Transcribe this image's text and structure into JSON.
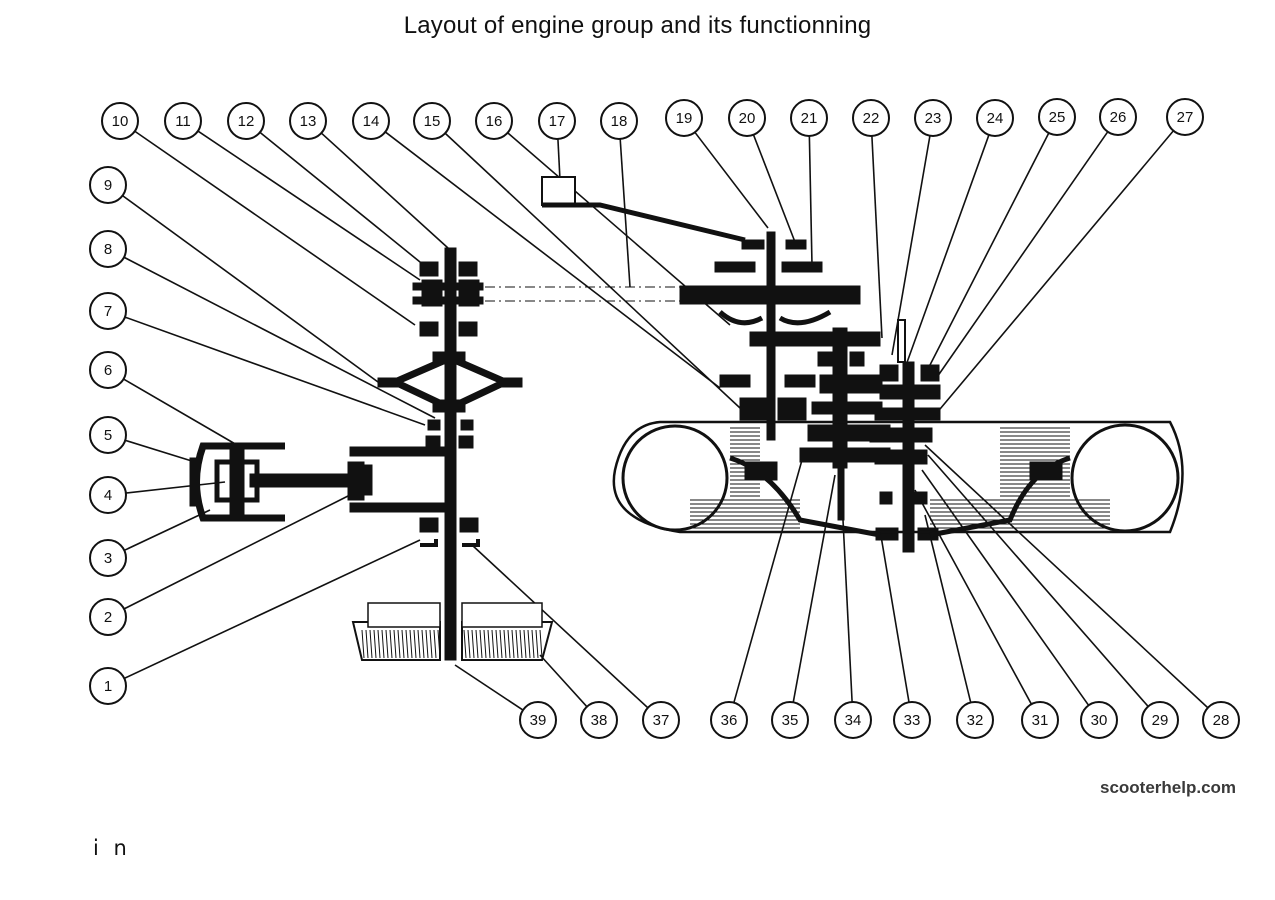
{
  "title": "Layout of engine group and its functionning",
  "footnote": "i n",
  "watermark": "scooterhelp.com",
  "callouts": [
    "1",
    "2",
    "3",
    "4",
    "5",
    "6",
    "7",
    "8",
    "9",
    "10",
    "11",
    "12",
    "13",
    "14",
    "15",
    "16",
    "17",
    "18",
    "19",
    "20",
    "21",
    "22",
    "23",
    "24",
    "25",
    "26",
    "27",
    "28",
    "29",
    "30",
    "31",
    "32",
    "33",
    "34",
    "35",
    "36",
    "37",
    "38",
    "39"
  ],
  "colors": {
    "ink": "#111111",
    "paper": "#ffffff"
  }
}
